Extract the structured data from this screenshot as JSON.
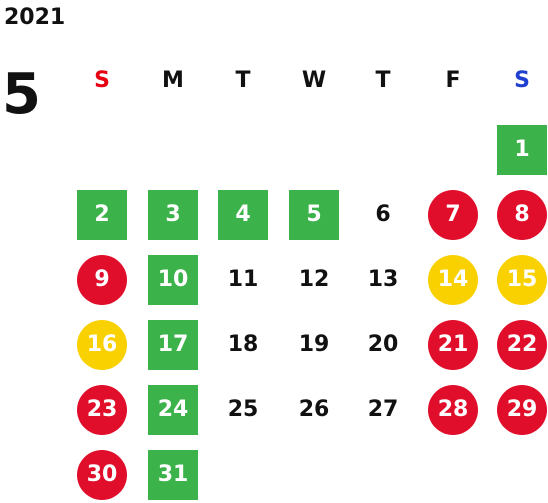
{
  "year": "2021",
  "month": "5",
  "colors": {
    "sunday": "#e60012",
    "saturday": "#1e3fd0",
    "holiday_green": "#3bb24a",
    "holiday_red": "#e10e2b",
    "holiday_yellow": "#f9d000"
  },
  "weekdays": [
    "S",
    "M",
    "T",
    "W",
    "T",
    "F",
    "S"
  ],
  "weeks": [
    [
      null,
      null,
      null,
      null,
      null,
      null,
      {
        "day": "1",
        "style": "green"
      }
    ],
    [
      {
        "day": "2",
        "style": "green"
      },
      {
        "day": "3",
        "style": "green"
      },
      {
        "day": "4",
        "style": "green"
      },
      {
        "day": "5",
        "style": "green"
      },
      {
        "day": "6",
        "style": "plain"
      },
      {
        "day": "7",
        "style": "red"
      },
      {
        "day": "8",
        "style": "red"
      }
    ],
    [
      {
        "day": "9",
        "style": "red"
      },
      {
        "day": "10",
        "style": "green"
      },
      {
        "day": "11",
        "style": "plain"
      },
      {
        "day": "12",
        "style": "plain"
      },
      {
        "day": "13",
        "style": "plain"
      },
      {
        "day": "14",
        "style": "yellow"
      },
      {
        "day": "15",
        "style": "yellow"
      }
    ],
    [
      {
        "day": "16",
        "style": "yellow"
      },
      {
        "day": "17",
        "style": "green"
      },
      {
        "day": "18",
        "style": "plain"
      },
      {
        "day": "19",
        "style": "plain"
      },
      {
        "day": "20",
        "style": "plain"
      },
      {
        "day": "21",
        "style": "red"
      },
      {
        "day": "22",
        "style": "red"
      }
    ],
    [
      {
        "day": "23",
        "style": "red"
      },
      {
        "day": "24",
        "style": "green"
      },
      {
        "day": "25",
        "style": "plain"
      },
      {
        "day": "26",
        "style": "plain"
      },
      {
        "day": "27",
        "style": "plain"
      },
      {
        "day": "28",
        "style": "red"
      },
      {
        "day": "29",
        "style": "red"
      }
    ],
    [
      {
        "day": "30",
        "style": "red"
      },
      {
        "day": "31",
        "style": "green"
      },
      null,
      null,
      null,
      null,
      null
    ]
  ]
}
